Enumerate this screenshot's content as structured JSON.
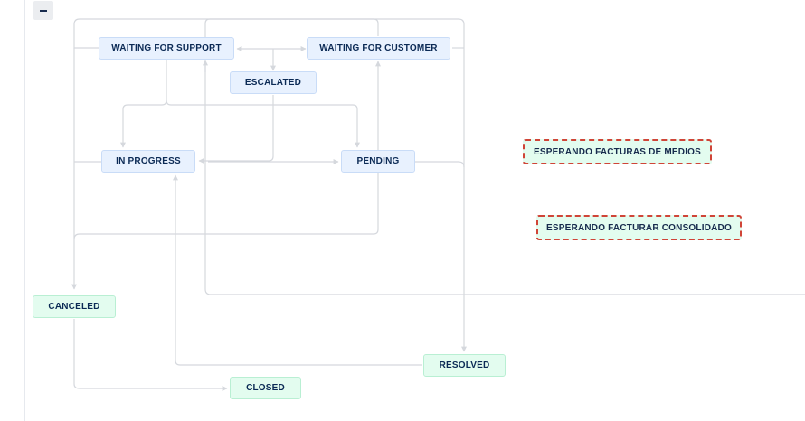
{
  "toolbar": {
    "collapse_icon": "minus-icon"
  },
  "colors": {
    "in_progress_fill": "#e8f1fe",
    "done_fill": "#e3fcef",
    "edge": "#d5d8dd",
    "orphan_border": "#d04437"
  },
  "statuses": {
    "waiting_for_support": "WAITING FOR SUPPORT",
    "waiting_for_customer": "WAITING FOR CUSTOMER",
    "escalated": "ESCALATED",
    "in_progress": "IN PROGRESS",
    "pending": "PENDING",
    "canceled": "CANCELED",
    "resolved": "RESOLVED",
    "closed": "CLOSED",
    "esperando_facturas_de_medios": "ESPERANDO FACTURAS DE MEDIOS",
    "esperando_facturar_consolidado": "ESPERANDO FACTURAR CONSOLIDADO"
  }
}
